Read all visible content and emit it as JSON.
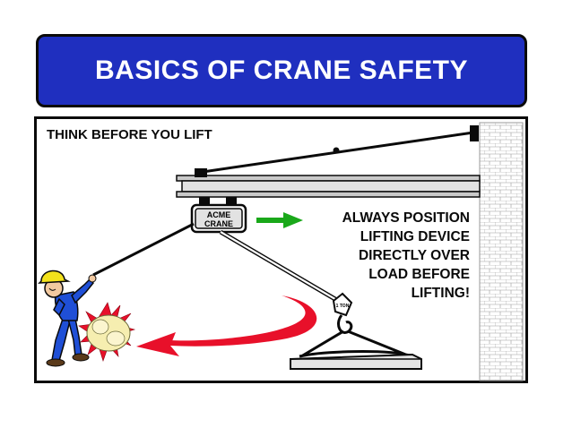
{
  "banner": {
    "title": "BASICS OF CRANE SAFETY"
  },
  "panel": {
    "heading": "THINK BEFORE YOU LIFT",
    "crane_label_line1": "ACME",
    "crane_label_line2": "CRANE",
    "hook_label": "1 TON",
    "warning_lines": [
      "ALWAYS POSITION",
      "LIFTING DEVICE",
      "DIRECTLY OVER",
      "LOAD BEFORE",
      "LIFTING!"
    ]
  },
  "colors": {
    "banner_bg": "#1f2fbf",
    "banner_text": "#ffffff",
    "arrow_green": "#1aa81a",
    "swing_red": "#e8102a",
    "worker_shirt": "#1f4fd6",
    "hard_hat": "#f3e21c",
    "impact_puff": "#f6eeb0"
  }
}
